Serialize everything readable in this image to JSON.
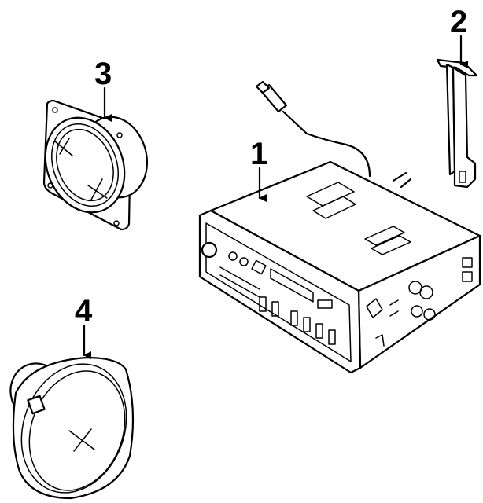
{
  "callouts": {
    "part_1": "1",
    "part_2": "2",
    "part_3": "3",
    "part_4": "4"
  },
  "colors": {
    "line": "#000000",
    "background": "#ffffff"
  }
}
